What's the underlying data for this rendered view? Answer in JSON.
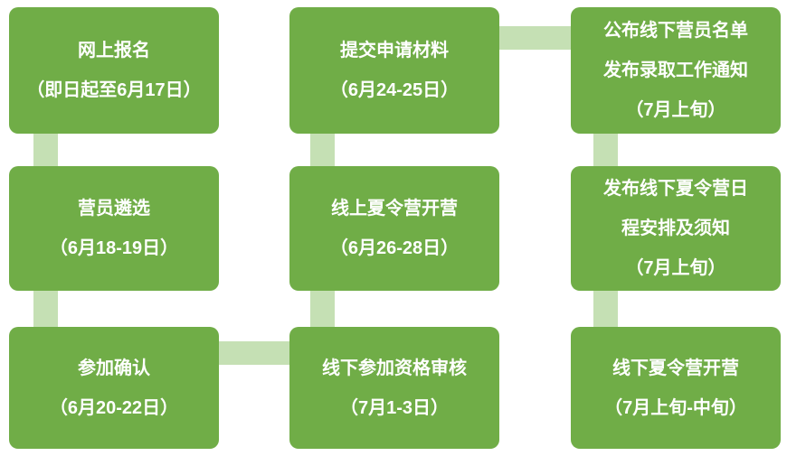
{
  "diagram": {
    "colors": {
      "box_fill": "#70AD47",
      "connector_fill": "#C5E0B4",
      "text": "#FFFFFF",
      "background": "#FFFFFF"
    },
    "steps": {
      "s1": {
        "lines": [
          "网上报名",
          "（即日起至6月17日）"
        ]
      },
      "s2": {
        "lines": [
          "营员遴选",
          "（6月18-19日）"
        ]
      },
      "s3": {
        "lines": [
          "参加确认",
          "（6月20-22日）"
        ]
      },
      "s4": {
        "lines": [
          "提交申请材料",
          "（6月24-25日）"
        ]
      },
      "s5": {
        "lines": [
          "线上夏令营开营",
          "（6月26-28日）"
        ]
      },
      "s6": {
        "lines": [
          "线下参加资格审核",
          "（7月1-3日）"
        ]
      },
      "s7": {
        "lines": [
          "公布线下营员名单",
          "发布录取工作通知",
          "（7月上旬）"
        ]
      },
      "s8": {
        "lines": [
          "发布线下夏令营日",
          "程安排及须知",
          "（7月上旬）"
        ]
      },
      "s9": {
        "lines": [
          "线下夏令营开营",
          "（7月上旬-中旬）"
        ]
      }
    }
  }
}
